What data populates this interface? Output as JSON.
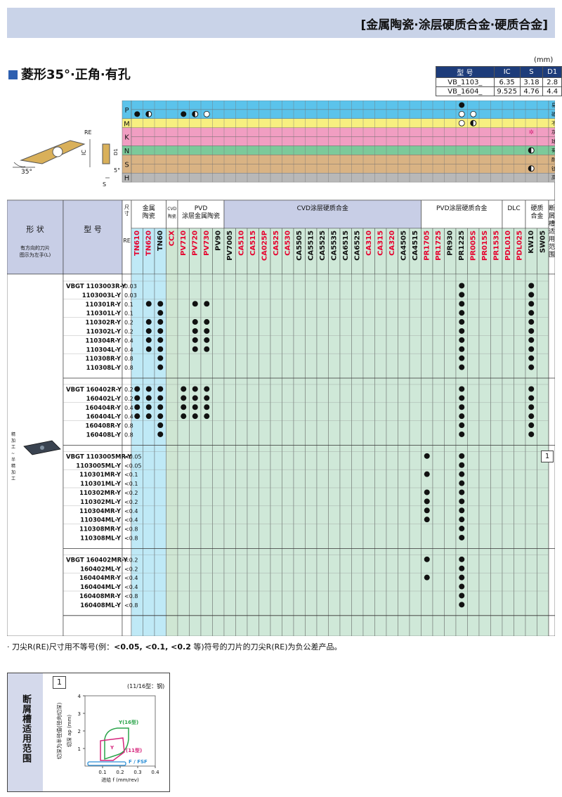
{
  "header": {
    "title": "[金属陶瓷·涂层硬质合金·硬质合金]"
  },
  "section": {
    "title": "菱形35°·正角·有孔",
    "unit": "(mm)"
  },
  "dims": {
    "headers": [
      "型 号",
      "IC",
      "S",
      "D1"
    ],
    "rows": [
      [
        "VB_1103_",
        "6.35",
        "3.18",
        "2.8"
      ],
      [
        "VB_1604_",
        "9.525",
        "4.76",
        "4.4"
      ]
    ]
  },
  "diagram_labels": {
    "re": "RE",
    "ic": "IC",
    "d1": "D1",
    "s": "S",
    "a35": "35°",
    "a5": "5°"
  },
  "materials": [
    {
      "letter": "P",
      "rows": [
        {
          "label": "易切钢",
          "color": "#5bc3eb"
        },
        {
          "label": "碳钢 / 合金钢",
          "color": "#5bc3eb"
        }
      ],
      "color": "#5bc3eb"
    },
    {
      "letter": "M",
      "rows": [
        {
          "label": "不锈钢",
          "color": "#f7ef80"
        }
      ],
      "color": "#f7ef80"
    },
    {
      "letter": "K",
      "rows": [
        {
          "label": "灰口铸铁",
          "color": "#f19ec2"
        },
        {
          "label": "球墨铸铁",
          "color": "#f19ec2"
        }
      ],
      "color": "#f19ec2"
    },
    {
      "letter": "N",
      "rows": [
        {
          "label": "有色金属",
          "color": "#7cc99a"
        }
      ],
      "color": "#7cc99a"
    },
    {
      "letter": "S",
      "rows": [
        {
          "label": "耐热合金",
          "color": "#d9b384"
        },
        {
          "label": "钛合金",
          "color": "#d9b384"
        }
      ],
      "color": "#d9b384"
    },
    {
      "letter": "H",
      "rows": [
        {
          "label": "高硬度材",
          "color": "#b8b8b8"
        }
      ],
      "color": "#b8b8b8"
    }
  ],
  "groups": [
    {
      "label": "金属\n陶瓷",
      "n": 3
    },
    {
      "label": "CVD\n陶瓷",
      "n": 1
    },
    {
      "label": "PVD\n涂层金属陶瓷",
      "n": 4
    },
    {
      "label": "CVD涂层硬质合金",
      "n": 17
    },
    {
      "label": "PVD涂层硬质合金",
      "n": 7
    },
    {
      "label": "DLC",
      "n": 2
    },
    {
      "label": "硬质\n合金",
      "n": 2
    }
  ],
  "grades": [
    {
      "name": "TN610",
      "color": "#e6002d"
    },
    {
      "name": "TN620",
      "color": "#e6002d"
    },
    {
      "name": "TN60",
      "color": "#111111"
    },
    {
      "name": "CCX",
      "color": "#e6002d"
    },
    {
      "name": "PV710",
      "color": "#e6002d"
    },
    {
      "name": "PV720",
      "color": "#e6002d"
    },
    {
      "name": "PV730",
      "color": "#e6002d"
    },
    {
      "name": "PV90",
      "color": "#111111"
    },
    {
      "name": "PV7005",
      "color": "#111111"
    },
    {
      "name": "CA510",
      "color": "#e6002d"
    },
    {
      "name": "CA515",
      "color": "#e6002d"
    },
    {
      "name": "CA025P",
      "color": "#e6002d"
    },
    {
      "name": "CA525",
      "color": "#e6002d"
    },
    {
      "name": "CA530",
      "color": "#e6002d"
    },
    {
      "name": "CA5505",
      "color": "#111111"
    },
    {
      "name": "CA5515",
      "color": "#111111"
    },
    {
      "name": "CA5525",
      "color": "#111111"
    },
    {
      "name": "CA5535",
      "color": "#111111"
    },
    {
      "name": "CA6515",
      "color": "#111111"
    },
    {
      "name": "CA6525",
      "color": "#111111"
    },
    {
      "name": "CA310",
      "color": "#e6002d"
    },
    {
      "name": "CA315",
      "color": "#e6002d"
    },
    {
      "name": "CA320",
      "color": "#e6002d"
    },
    {
      "name": "CA4505",
      "color": "#111111"
    },
    {
      "name": "CA4515",
      "color": "#111111"
    },
    {
      "name": "PR1705",
      "color": "#e6002d"
    },
    {
      "name": "PR1725",
      "color": "#e6002d"
    },
    {
      "name": "PR930",
      "color": "#111111"
    },
    {
      "name": "PR1225",
      "color": "#111111"
    },
    {
      "name": "PR005S",
      "color": "#e6002d"
    },
    {
      "name": "PR015S",
      "color": "#e6002d"
    },
    {
      "name": "PR1535",
      "color": "#e6002d"
    },
    {
      "name": "PDL010",
      "color": "#e6002d"
    },
    {
      "name": "PDL025",
      "color": "#e6002d"
    },
    {
      "name": "KW10",
      "color": "#111111"
    },
    {
      "name": "SW05",
      "color": "#111111"
    }
  ],
  "material_marks": {
    "P0": {
      "28": "full"
    },
    "P1": {
      "0": "full",
      "1": "half",
      "4": "full",
      "5": "half",
      "6": "open",
      "28": "open",
      "29": "open"
    },
    "M0": {
      "28": "open",
      "29": "half"
    },
    "K0": {
      "34": "star"
    },
    "N0": {
      "34": "half"
    },
    "S1": {
      "34": "half"
    }
  },
  "table_headers": {
    "shape": "形 状",
    "model": "型 号",
    "size": "尺寸\n(mm)",
    "re": "RE",
    "chipbreaker": "断屑槽适用范围",
    "hand_note": "有方向的刀片\n图示为左手(L)",
    "finish": "精加工~半精加工"
  },
  "blocks": [
    {
      "rows": [
        {
          "m": "VBGT 1103003R-Y",
          "re": "0.03",
          "d": [
            28,
            34
          ]
        },
        {
          "m": "1103003L-Y",
          "re": "0.03",
          "d": [
            28,
            34
          ]
        },
        {
          "m": "110301R-Y",
          "re": "0.1",
          "d": [
            1,
            2,
            5,
            6,
            28,
            34
          ]
        },
        {
          "m": "110301L-Y",
          "re": "0.1",
          "d": [
            2,
            28,
            34
          ]
        },
        {
          "m": "110302R-Y",
          "re": "0.2",
          "d": [
            1,
            2,
            5,
            6,
            28,
            34
          ]
        },
        {
          "m": "110302L-Y",
          "re": "0.2",
          "d": [
            1,
            2,
            5,
            6,
            28,
            34
          ]
        },
        {
          "m": "110304R-Y",
          "re": "0.4",
          "d": [
            1,
            2,
            5,
            6,
            28,
            34
          ]
        },
        {
          "m": "110304L-Y",
          "re": "0.4",
          "d": [
            1,
            2,
            5,
            6,
            28,
            34
          ]
        },
        {
          "m": "110308R-Y",
          "re": "0.8",
          "d": [
            2,
            28,
            34
          ]
        },
        {
          "m": "110308L-Y",
          "re": "0.8",
          "d": [
            2,
            28,
            34
          ]
        }
      ]
    },
    {
      "rows": [
        {
          "m": "VBGT 160402R-Y",
          "re": "0.2",
          "d": [
            0,
            1,
            2,
            4,
            5,
            6,
            28,
            34
          ]
        },
        {
          "m": "160402L-Y",
          "re": "0.2",
          "d": [
            0,
            1,
            2,
            4,
            5,
            6,
            28,
            34
          ]
        },
        {
          "m": "160404R-Y",
          "re": "0.4",
          "d": [
            0,
            1,
            2,
            4,
            5,
            6,
            28,
            34
          ]
        },
        {
          "m": "160404L-Y",
          "re": "0.4",
          "d": [
            0,
            1,
            2,
            4,
            5,
            6,
            28,
            34
          ]
        },
        {
          "m": "160408R-Y",
          "re": "0.8",
          "d": [
            2,
            28,
            34
          ]
        },
        {
          "m": "160408L-Y",
          "re": "0.8",
          "d": [
            2,
            28,
            34
          ]
        }
      ]
    },
    {
      "rows": [
        {
          "m": "VBGT 1103005MR-Y",
          "re": "<0.05",
          "d": [
            25,
            28
          ]
        },
        {
          "m": "1103005ML-Y",
          "re": "<0.05",
          "d": [
            28
          ]
        },
        {
          "m": "110301MR-Y",
          "re": "<0.1",
          "d": [
            25,
            28
          ]
        },
        {
          "m": "110301ML-Y",
          "re": "<0.1",
          "d": [
            28
          ]
        },
        {
          "m": "110302MR-Y",
          "re": "<0.2",
          "d": [
            25,
            28
          ]
        },
        {
          "m": "110302ML-Y",
          "re": "<0.2",
          "d": [
            25,
            28
          ]
        },
        {
          "m": "110304MR-Y",
          "re": "<0.4",
          "d": [
            25,
            28
          ]
        },
        {
          "m": "110304ML-Y",
          "re": "<0.4",
          "d": [
            25,
            28
          ]
        },
        {
          "m": "110308MR-Y",
          "re": "<0.8",
          "d": [
            28
          ]
        },
        {
          "m": "110308ML-Y",
          "re": "<0.8",
          "d": [
            28
          ]
        }
      ]
    },
    {
      "rows": [
        {
          "m": "VBGT 160402MR-Y",
          "re": "<0.2",
          "d": [
            25,
            28
          ]
        },
        {
          "m": "160402ML-Y",
          "re": "<0.2",
          "d": [
            28
          ]
        },
        {
          "m": "160404MR-Y",
          "re": "<0.4",
          "d": [
            25,
            28
          ]
        },
        {
          "m": "160404ML-Y",
          "re": "<0.4",
          "d": [
            28
          ]
        },
        {
          "m": "160408MR-Y",
          "re": "<0.8",
          "d": [
            28
          ]
        },
        {
          "m": "160408ML-Y",
          "re": "<0.8",
          "d": [
            28
          ]
        }
      ]
    }
  ],
  "chipbreaker_ref": "1",
  "note": {
    "pre": "· 刀尖R(RE)尺寸用不等号(例：",
    "bold": "<0.05, <0.1, <0.2",
    "post": " 等)符号的刀片的刀尖R(RE)为负公差产品。"
  },
  "chart": {
    "side_label": "断屑槽适用范围",
    "num": "1",
    "subtitle": "(11/16型：钢)",
    "ylabel": "切深 ap (mm)",
    "xlabel": "进给 f (mm/rev)",
    "ylabel2": "切深为半径值(径向切深)",
    "xticks": [
      "0.1",
      "0.2",
      "0.3",
      "0.4"
    ],
    "yticks": [
      "1",
      "2",
      "3",
      "4"
    ],
    "regions": [
      {
        "name": "Y(16型)",
        "color": "#2aa44a"
      },
      {
        "name": "Y",
        "color": "#d6257c"
      },
      {
        "name": "(11型)",
        "color": "#d6257c"
      },
      {
        "name": "F / FSF",
        "color": "#2a8ed6"
      }
    ]
  }
}
